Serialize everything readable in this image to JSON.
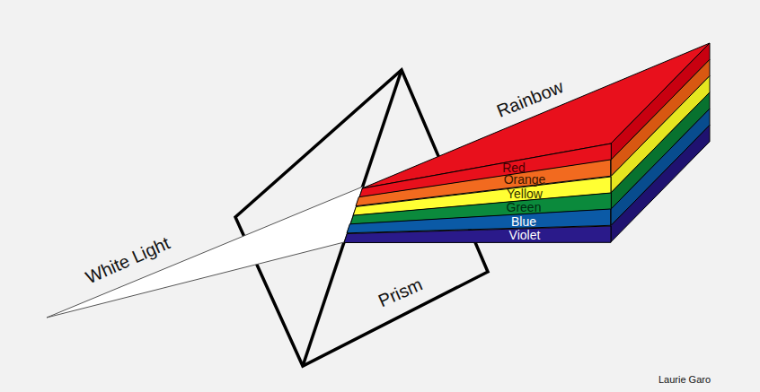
{
  "diagram": {
    "nodes": [
      {
        "text": [
          "Red"
        ]
      },
      {
        "text": [
          "Orange"
        ]
      },
      {
        "text": [
          "Yellow"
        ]
      },
      {
        "text": [
          "Green"
        ]
      },
      {
        "text": [
          "Blue"
        ]
      },
      {
        "text": [
          "Violet"
        ]
      }
    ],
    "labels": [
      "Rainbow",
      "White Light",
      "Prism",
      "Laurie Garo"
    ]
  }
}
